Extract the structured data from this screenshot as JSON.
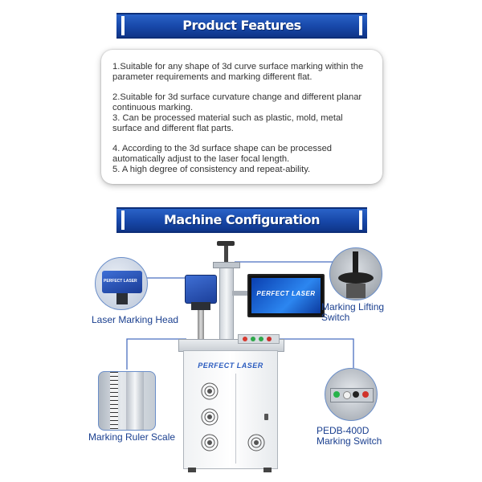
{
  "features_header": "Product Features",
  "features": [
    "1.Suitable for any shape of 3d curve surface marking within the parameter requirements and marking different flat.",
    "2.Suitable for 3d surface curvature change and different planar continuous marking.",
    "3. Can be processed material such as plastic, mold, metal surface and different flat parts.",
    "4. According to the 3d surface shape can be processed automatically adjust to the laser focal length.",
    "5. A high degree of consistency and repeat-ability."
  ],
  "config_header": "Machine Configuration",
  "callouts": {
    "laser_head": "Laser Marking Head",
    "lifting_switch_line1": "Marking Lifting",
    "lifting_switch_line2": "Switch",
    "ruler_scale": "Marking Ruler Scale",
    "pedb_line1": "PEDB-400D",
    "pedb_line2": "Marking Switch"
  },
  "brand": {
    "cabinet_logo": "PERFECT LASER",
    "monitor_logo": "PERFECT LASER",
    "head_logo": "PERFECT LASER"
  },
  "colors": {
    "accent": "#1747a8",
    "label": "#1a3f8f",
    "leader": "#4a6fc0"
  }
}
